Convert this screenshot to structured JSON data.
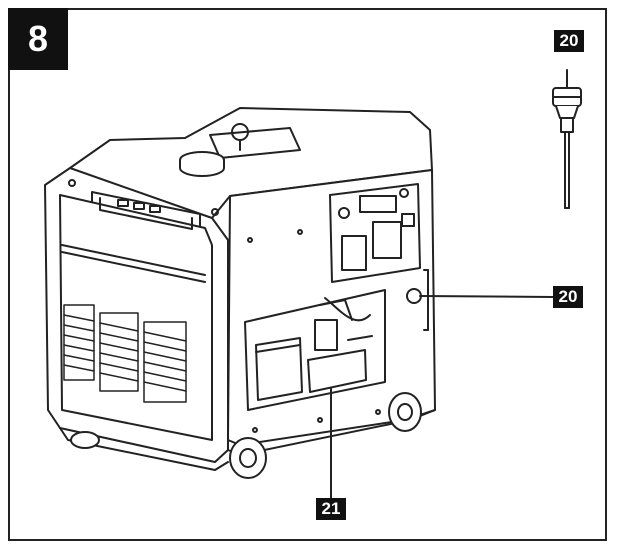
{
  "figure": {
    "number": "8"
  },
  "callouts": [
    {
      "id": "top",
      "label": "20"
    },
    {
      "id": "right",
      "label": "20"
    },
    {
      "id": "bottom",
      "label": "21"
    }
  ],
  "colors": {
    "ink": "#222222",
    "badge": "#111111",
    "paper": "#ffffff"
  }
}
